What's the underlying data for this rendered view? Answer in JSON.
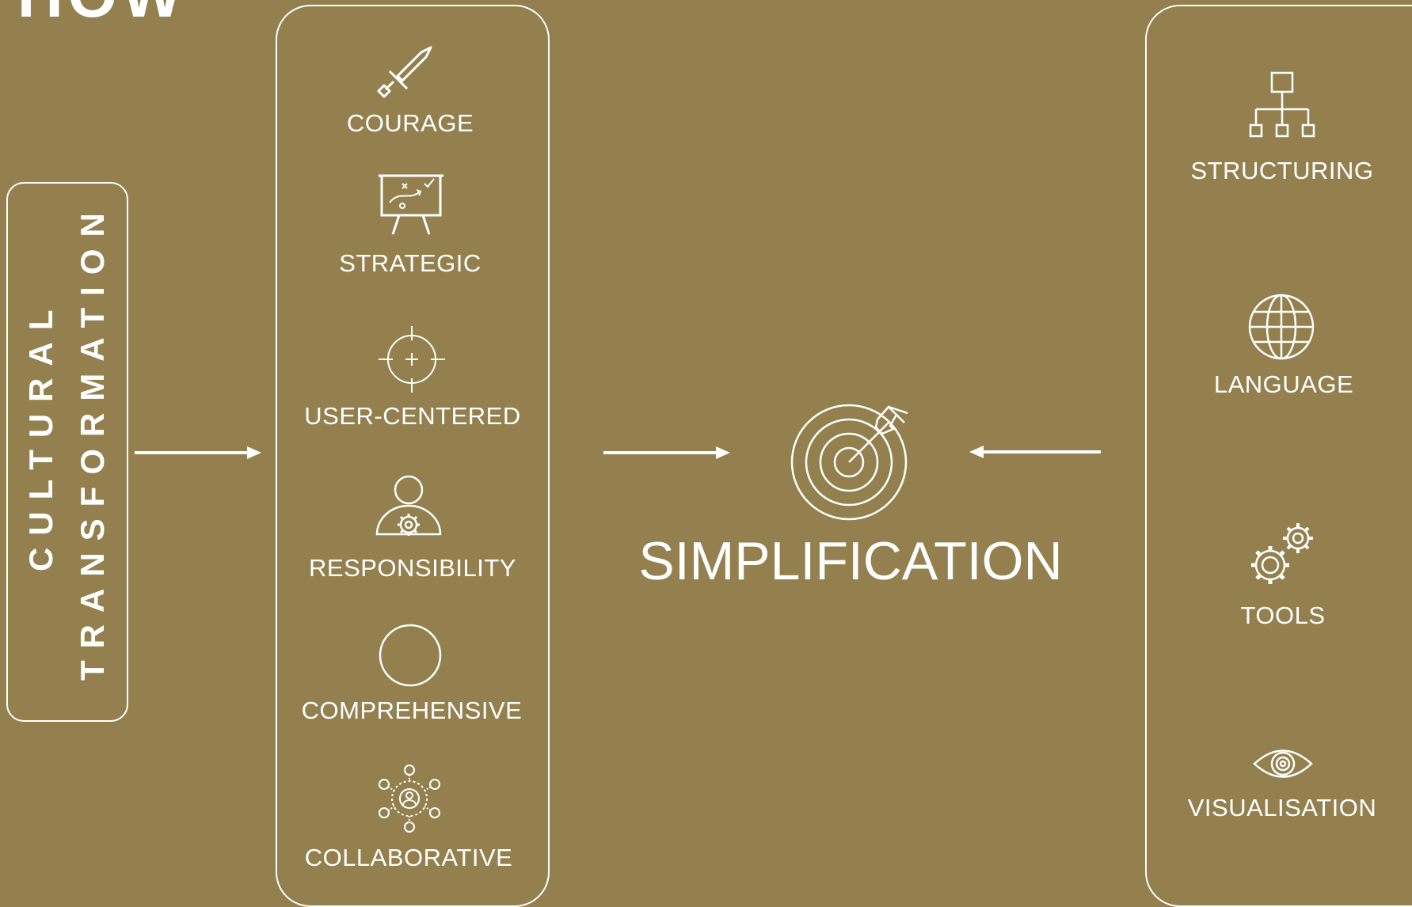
{
  "header": {
    "title": "HOW"
  },
  "left_box": {
    "line1": "CULTURAL",
    "line2": "TRANSFORMATION"
  },
  "center": {
    "label": "SIMPLIFICATION",
    "icon": "target-icon"
  },
  "values": [
    {
      "label": "COURAGE",
      "icon": "sword-icon"
    },
    {
      "label": "STRATEGIC",
      "icon": "strategy-board-icon"
    },
    {
      "label": "USER-CENTERED",
      "icon": "crosshair-icon"
    },
    {
      "label": "RESPONSIBILITY",
      "icon": "person-gear-icon"
    },
    {
      "label": "COMPREHENSIVE",
      "icon": "circle-icon"
    },
    {
      "label": "COLLABORATIVE",
      "icon": "network-icon"
    }
  ],
  "methods": [
    {
      "label": "STRUCTURING",
      "icon": "hierarchy-icon"
    },
    {
      "label": "LANGUAGE",
      "icon": "globe-icon"
    },
    {
      "label": "TOOLS",
      "icon": "gears-icon"
    },
    {
      "label": "VISUALISATION",
      "icon": "eye-icon"
    }
  ],
  "colors": {
    "background": "#93804E",
    "foreground": "#FFFFFF"
  }
}
